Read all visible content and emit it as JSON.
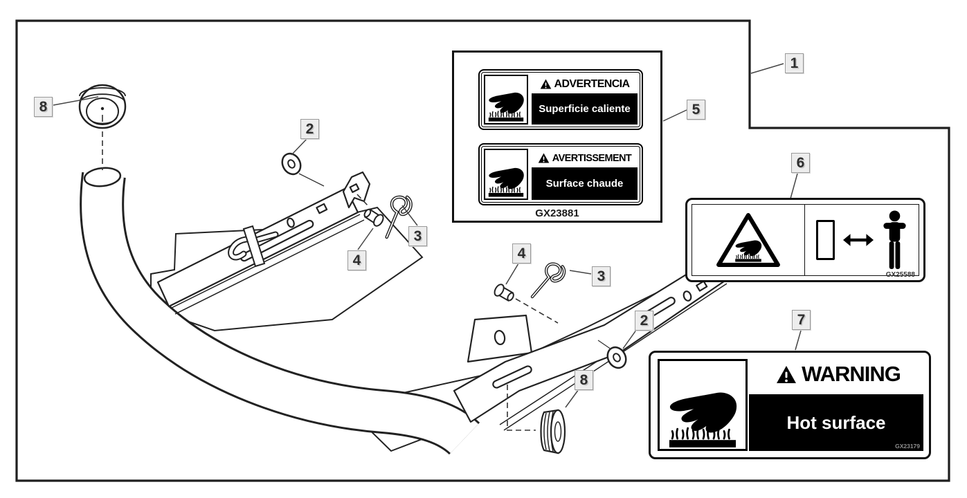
{
  "colors": {
    "line": "#222222",
    "background": "#ffffff",
    "callout_fill": "#ededed",
    "label_ink": "#000000"
  },
  "callouts": [
    {
      "ref": "assembly-outline",
      "number": "1"
    },
    {
      "ref": "washer-upper",
      "number": "2"
    },
    {
      "ref": "clip-upper",
      "number": "3"
    },
    {
      "ref": "pin-upper",
      "number": "4"
    },
    {
      "ref": "bilingual-label",
      "number": "5"
    },
    {
      "ref": "pictorial-label",
      "number": "6"
    },
    {
      "ref": "english-label",
      "number": "7"
    },
    {
      "ref": "cap-upper",
      "number": "8"
    },
    {
      "ref": "pin-lower",
      "number": "4"
    },
    {
      "ref": "clip-lower",
      "number": "3"
    },
    {
      "ref": "washer-lower",
      "number": "2"
    },
    {
      "ref": "cap-lower",
      "number": "8"
    }
  ],
  "labels": {
    "bilingual": {
      "entries": [
        {
          "signal_word": "ADVERTENCIA",
          "message": "Superficie caliente"
        },
        {
          "signal_word": "AVERTISSEMENT",
          "message": "Surface chaude"
        }
      ],
      "part_code": "GX23881"
    },
    "pictorial": {
      "part_code": "GX25588"
    },
    "english": {
      "signal_word": "WARNING",
      "message": "Hot surface",
      "part_code": "GX23179"
    }
  },
  "icons": {
    "hot_surface_hand_icon": "black hand over heated surface pictogram",
    "warning_triangle_icon": "⚠",
    "caution_triangle_outline_icon": "△ with hot-surface hand",
    "distance_arrow_icon": "↔",
    "person_icon": "standing person pictogram",
    "hot_object_icon": "▯"
  }
}
